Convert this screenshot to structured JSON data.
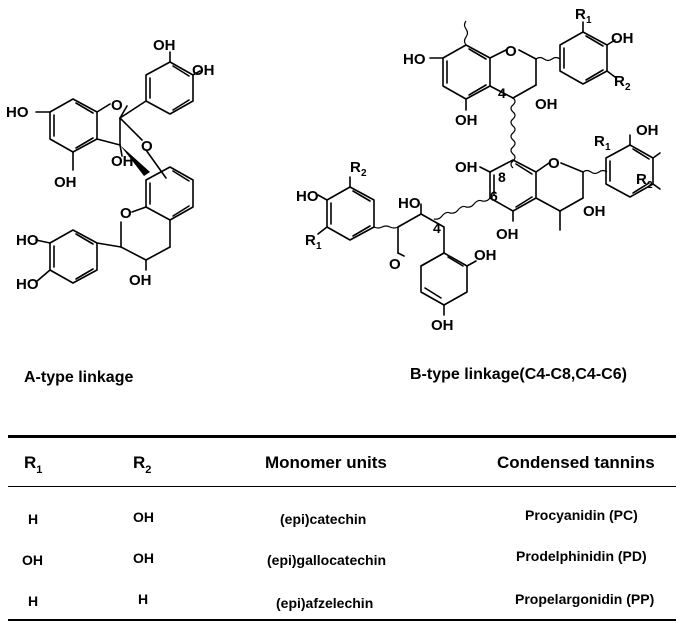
{
  "figure": {
    "structure_a": {
      "labels": {
        "oh_b1": "OH",
        "oh_b2": "OH",
        "ho_left": "HO",
        "o_ring": "O",
        "o_bridge": "O",
        "oh_mid": "OH",
        "oh_bottom": "OH",
        "o_lower": "O",
        "ho_c1": "HO",
        "ho_c2": "HO",
        "oh_c3": "OH"
      }
    },
    "structure_b": {
      "labels": {
        "r1_top": "R",
        "r1_top_sub": "1",
        "oh_top_b": "OH",
        "r2_top": "R",
        "r2_top_sub": "2",
        "ho_top_a": "HO",
        "o_top": "O",
        "num_4_top": "4",
        "oh_top_c3": "OH",
        "oh_top_a5": "OH",
        "r1_right": "R",
        "r1_right_sub": "1",
        "oh_right_b": "OH",
        "r2_right": "R",
        "r2_right_sub": "2",
        "oh_mid_a7": "OH",
        "num_8": "8",
        "num_6": "6",
        "o_mid": "O",
        "oh_mid_c3": "OH",
        "oh_mid_a5": "OH",
        "r2_left": "R",
        "r2_left_sub": "2",
        "ho_left_b": "HO",
        "r1_left": "R",
        "r1_left_sub": "1",
        "ho_left_c3": "HO",
        "num_4_left": "4",
        "o_left": "O",
        "oh_left_a5": "OH",
        "oh_left_a7": "OH"
      }
    }
  },
  "captions": {
    "a": "A-type linkage",
    "b": "B-type linkage(C4-C8,C4-C6)"
  },
  "table": {
    "headers": {
      "r1": "R",
      "r1_sub": "1",
      "r2": "R",
      "r2_sub": "2",
      "monomer": "Monomer units",
      "tannins": "Condensed tannins"
    },
    "rows": [
      {
        "r1": "H",
        "r2": "OH",
        "monomer": "(epi)catechin",
        "tannin": "Procyanidin (PC)"
      },
      {
        "r1": "OH",
        "r2": "OH",
        "monomer": "(epi)gallocatechin",
        "tannin": "Prodelphinidin (PD)"
      },
      {
        "r1": "H",
        "r2": "H",
        "monomer": "(epi)afzelechin",
        "tannin": "Propelargonidin (PP)"
      }
    ]
  }
}
